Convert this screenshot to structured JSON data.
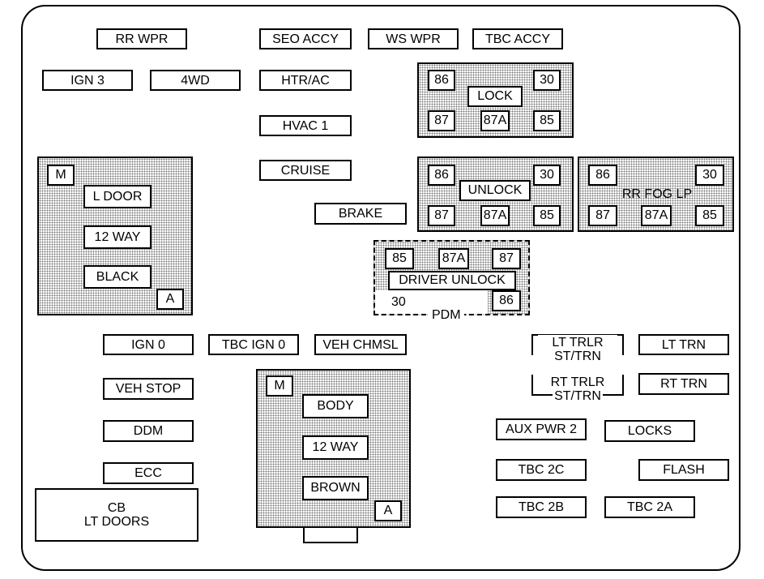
{
  "fuses": {
    "rr_wpr": "RR WPR",
    "seo_accy": "SEO ACCY",
    "ws_wpr": "WS WPR",
    "tbc_accy": "TBC ACCY",
    "ign_3": "IGN 3",
    "fourwd": "4WD",
    "htr_ac": "HTR/AC",
    "hvac_1": "HVAC 1",
    "cruise": "CRUISE",
    "brake": "BRAKE",
    "ign_0": "IGN 0",
    "tbc_ign_0": "TBC IGN 0",
    "veh_chmsl": "VEH CHMSL",
    "veh_stop": "VEH STOP",
    "ddm": "DDM",
    "ecc": "ECC",
    "lt_trlr_line1": "LT TRLR",
    "lt_trlr_line2": "ST/TRN",
    "lt_trn": "LT TRN",
    "rt_trlr_line1": "RT TRLR",
    "rt_trlr_line2": "ST/TRN",
    "rt_trn": "RT TRN",
    "aux_pwr_2": "AUX PWR 2",
    "locks": "LOCKS",
    "tbc_2c": "TBC 2C",
    "flash": "FLASH",
    "tbc_2b": "TBC 2B",
    "tbc_2a": "TBC 2A"
  },
  "circuit_breaker": {
    "line1": "CB",
    "line2": "LT DOORS"
  },
  "relays": {
    "lock": {
      "name": "LOCK",
      "p86": "86",
      "p30": "30",
      "p87": "87",
      "p87a": "87A",
      "p85": "85"
    },
    "unlock": {
      "name": "UNLOCK",
      "p86": "86",
      "p30": "30",
      "p87": "87",
      "p87a": "87A",
      "p85": "85"
    },
    "rr_fog": {
      "name": "RR FOG LP",
      "p86": "86",
      "p30": "30",
      "p87": "87",
      "p87a": "87A",
      "p85": "85"
    },
    "driver_unlock": {
      "name": "DRIVER UNLOCK",
      "p85": "85",
      "p87a": "87A",
      "p87": "87",
      "p30": "30",
      "p86": "86",
      "module": "PDM"
    }
  },
  "connectors": {
    "left": {
      "m": "M",
      "a": "A",
      "l1": "L DOOR",
      "l2": "12 WAY",
      "l3": "BLACK"
    },
    "center": {
      "m": "M",
      "a": "A",
      "l1": "BODY",
      "l2": "12 WAY",
      "l3": "BROWN"
    }
  }
}
